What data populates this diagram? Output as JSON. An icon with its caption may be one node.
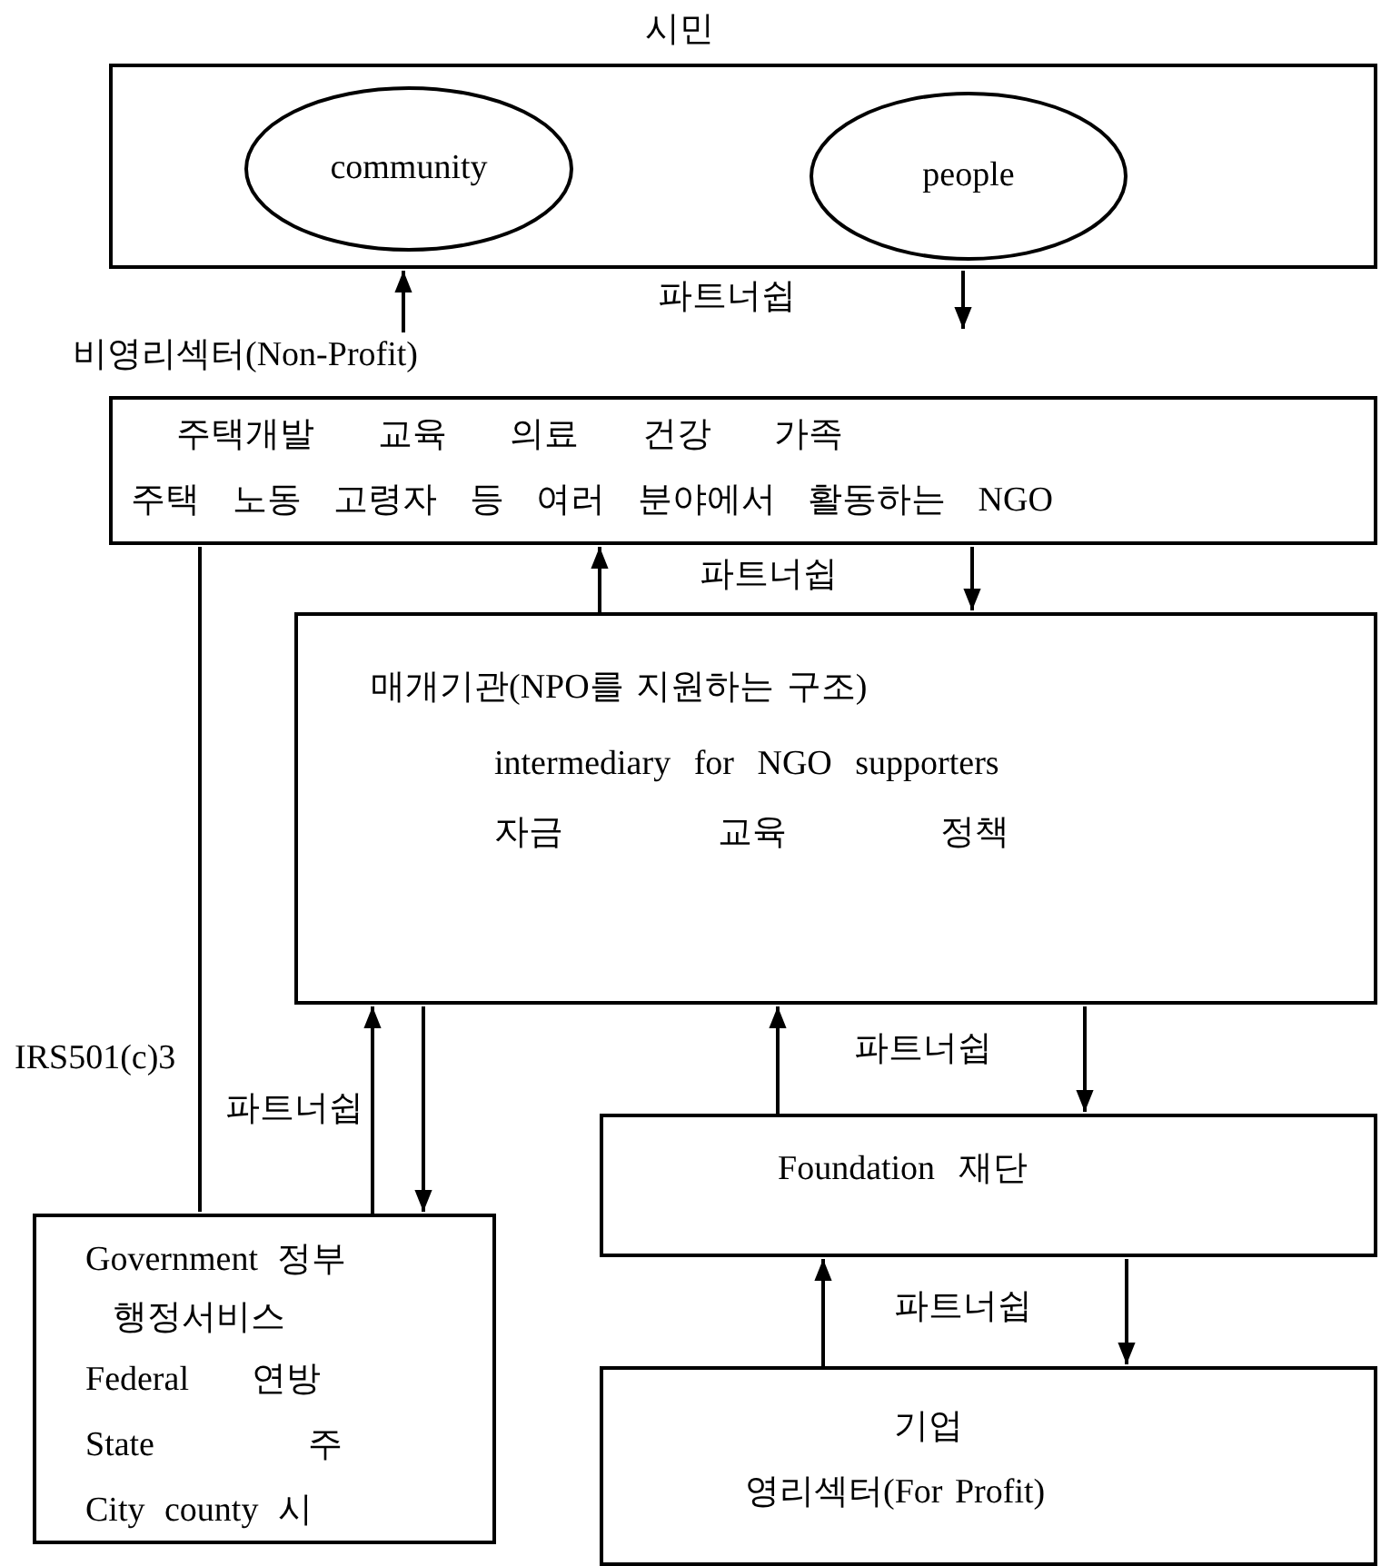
{
  "diagram": {
    "nodes": [
      {
        "text": [
          "시민"
        ]
      },
      {
        "text": [
          "community"
        ],
        "in": 0
      },
      {
        "text": [
          "people"
        ],
        "in": 0
      },
      {
        "text": [
          "비영리섹터(Non-Profit)",
          "주택개발 교육 의료 건강 가족",
          "주택 노동 고령자 등 여러 분야에서 활동하는 NGO"
        ]
      },
      {
        "text": [
          "매개기관(NPO를 지원하는 구조)",
          "intermediary for NGO supporters",
          "자금 교육 정책"
        ]
      },
      {
        "text": [
          "Foundation 재단"
        ]
      },
      {
        "text": [
          "Government 정부",
          "행정서비스",
          "Federal 연방",
          "State 주",
          "City county 시"
        ]
      },
      {
        "text": [
          "기업",
          "영리섹터(For Profit)"
        ]
      }
    ],
    "edges": [
      {
        "from": 3,
        "to": 0,
        "arrow": "to"
      },
      {
        "from": 0,
        "to": 3,
        "arrow": "to",
        "label": "파트너쉽"
      },
      {
        "from": 4,
        "to": 3,
        "arrow": "to",
        "label": "파트너쉽"
      },
      {
        "from": 3,
        "to": 4,
        "arrow": "to"
      },
      {
        "from": 5,
        "to": 4,
        "arrow": "to",
        "label": "파트너쉽"
      },
      {
        "from": 4,
        "to": 5,
        "arrow": "to"
      },
      {
        "from": 7,
        "to": 5,
        "arrow": "to",
        "label": "파트너쉽"
      },
      {
        "from": 5,
        "to": 7,
        "arrow": "to"
      },
      {
        "from": 6,
        "to": 4,
        "arrow": "to",
        "label": "파트너쉽"
      },
      {
        "from": 4,
        "to": 6,
        "arrow": "to"
      },
      {
        "from": 3,
        "to": 6,
        "arrow": "none",
        "label": "IRS501(c)3"
      }
    ]
  }
}
